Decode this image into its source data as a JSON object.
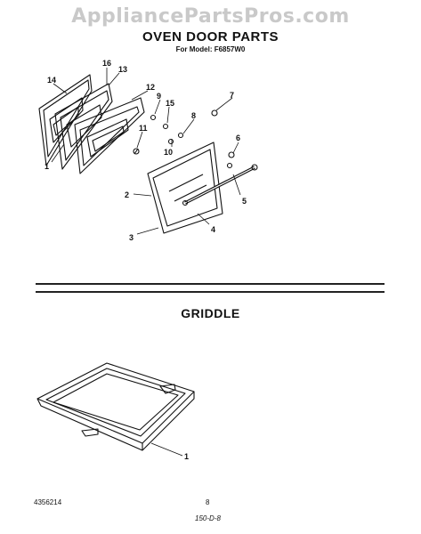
{
  "watermark": "AppliancePartsPros.com",
  "title": "OVEN DOOR PARTS",
  "model_line": "For Model: F6857W0",
  "section2_title": "GRIDDLE",
  "footer": {
    "part_number": "4356214",
    "page": "8",
    "handwritten": "150-D-8"
  },
  "oven_door_callouts": [
    "14",
    "16",
    "13",
    "12",
    "1",
    "9",
    "15",
    "7",
    "11",
    "8",
    "10",
    "6",
    "2",
    "5",
    "4",
    "3"
  ],
  "griddle_callouts": [
    "1"
  ]
}
